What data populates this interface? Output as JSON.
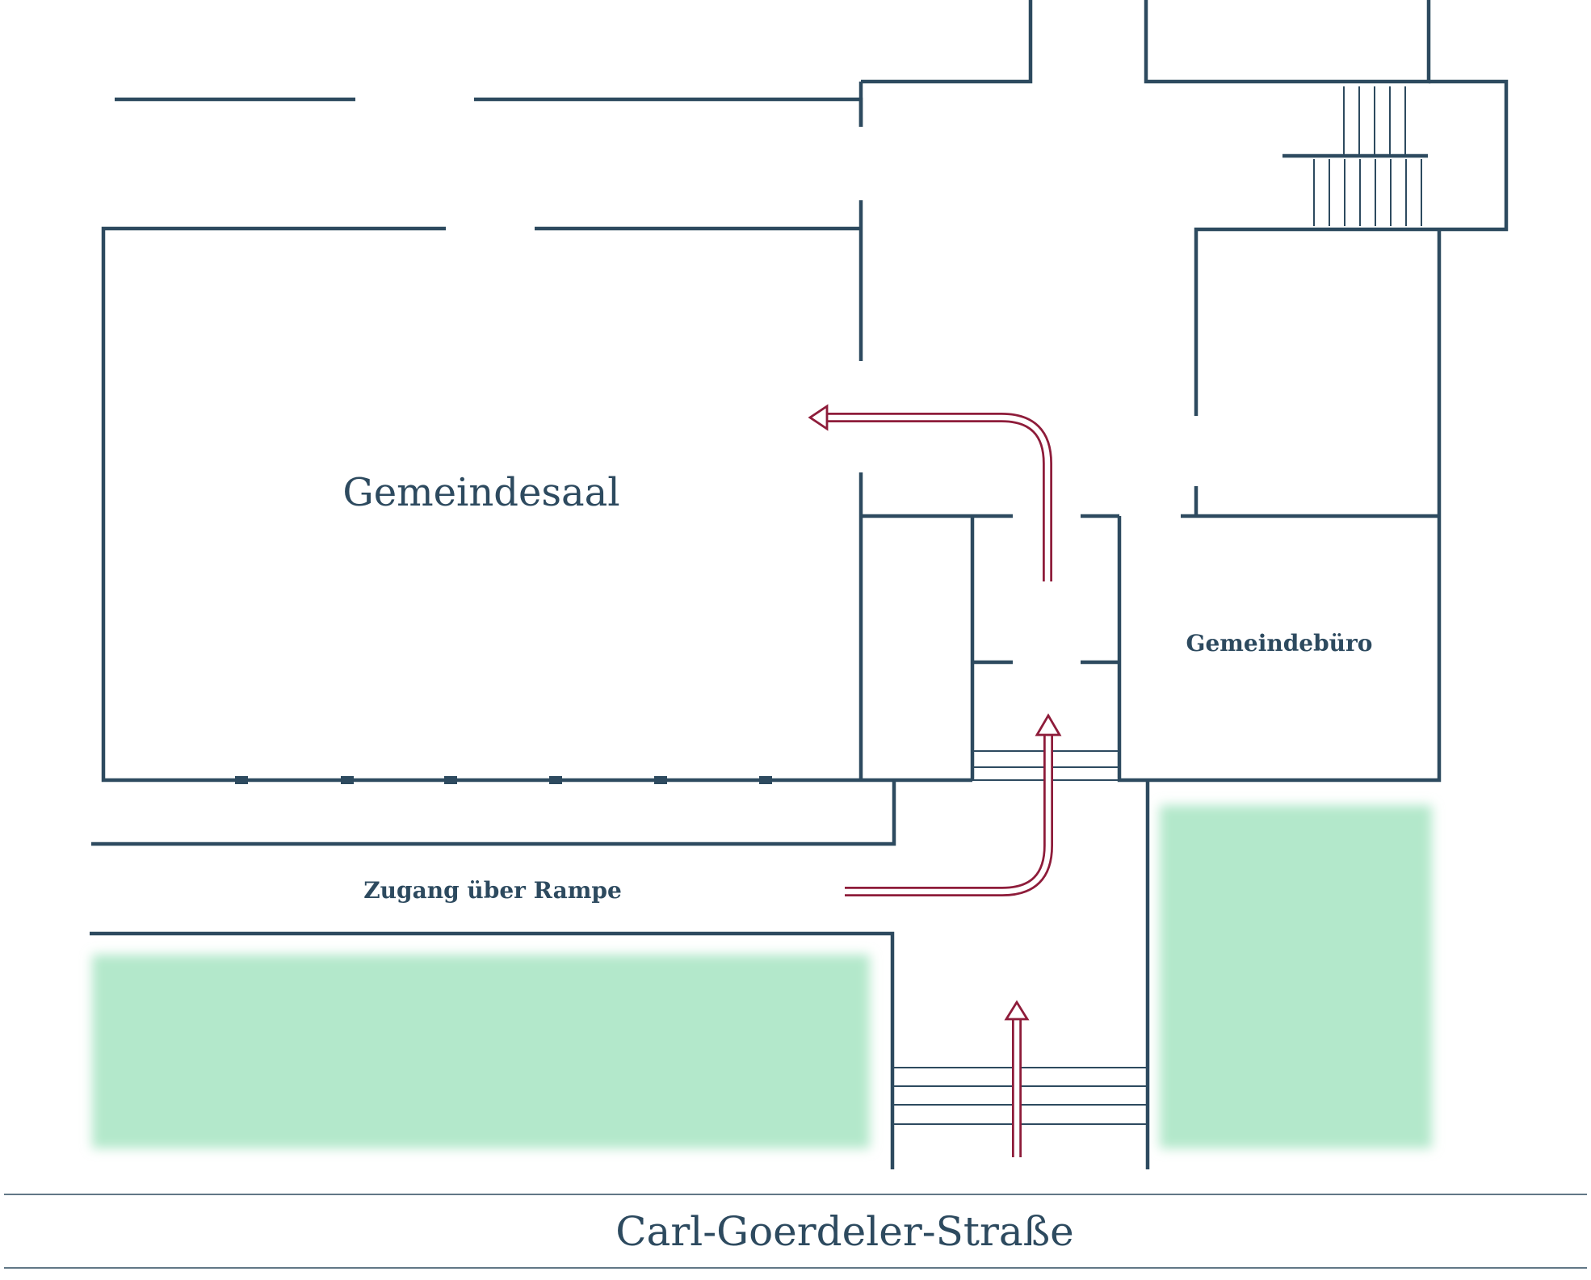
{
  "labels": {
    "hall": "Gemeindesaal",
    "office": "Gemeindebüro",
    "ramp_access": "Zugang über Rampe",
    "street": "Carl-Goerdeler-Straße"
  },
  "colors": {
    "walls": "#2d4a5f",
    "route_arrows": "#8e1c3a",
    "green_areas": "#b3e8cb",
    "background": "#ffffff"
  }
}
